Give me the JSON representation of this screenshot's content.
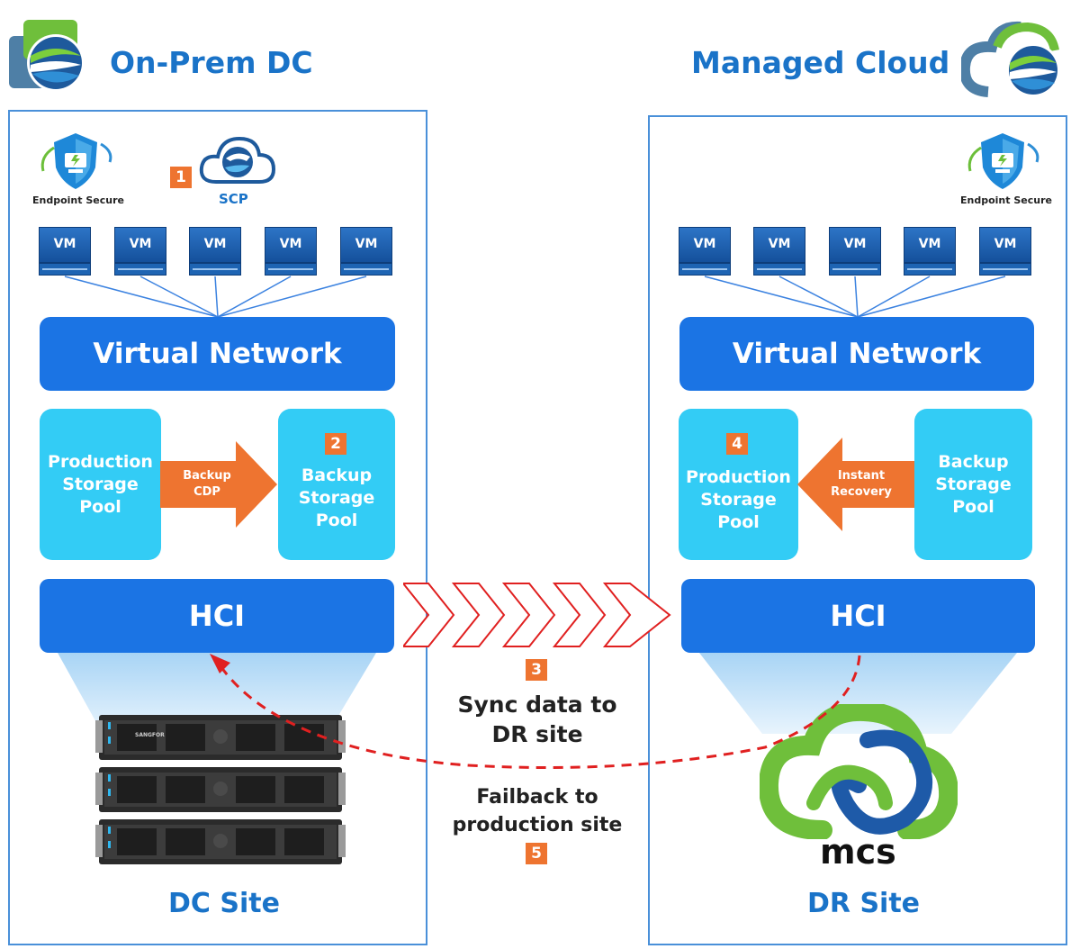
{
  "left": {
    "title": "On-Prem DC",
    "endpoint_label": "Endpoint Secure",
    "scp_label": "SCP",
    "step1": "1",
    "vm_label": "VM",
    "virtual_network": "Virtual Network",
    "production_pool": [
      "Production",
      "Storage",
      "Pool"
    ],
    "arrow_label": [
      "Backup",
      "CDP"
    ],
    "backup_pool": [
      "Backup",
      "Storage",
      "Pool"
    ],
    "step2": "2",
    "hci": "HCI",
    "site": "DC Site"
  },
  "right": {
    "title": "Managed Cloud",
    "endpoint_label": "Endpoint Secure",
    "vm_label": "VM",
    "virtual_network": "Virtual Network",
    "production_pool": [
      "Production",
      "Storage",
      "Pool"
    ],
    "step4": "4",
    "arrow_label": [
      "Instant",
      "Recovery"
    ],
    "backup_pool": [
      "Backup",
      "Storage",
      "Pool"
    ],
    "hci": "HCI",
    "mcs_label": "mcs",
    "site": "DR Site"
  },
  "middle": {
    "step3": "3",
    "sync": [
      "Sync data to",
      "DR site"
    ],
    "failback": [
      "Failback to",
      "production site"
    ],
    "step5": "5"
  },
  "server_brand": "SANGFOR",
  "colors": {
    "accent": "#1b74e4",
    "pool": "#33ccf5",
    "badge": "#ee7430",
    "sync_arrow": "#e02020"
  }
}
